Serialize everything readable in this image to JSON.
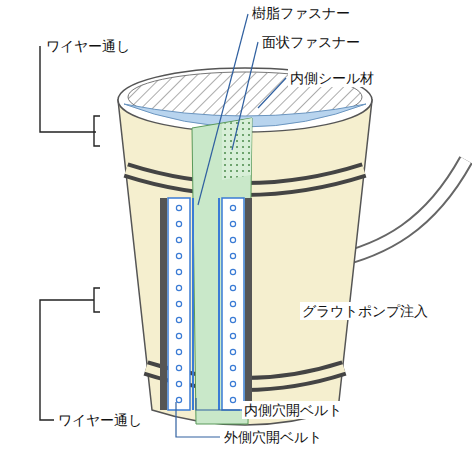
{
  "diagram": {
    "labels": [
      "ワイヤー通し",
      "樹脂ファスナー",
      "面状ファスナー",
      "内側シール材",
      "グラウトポンプ注入",
      "ワイヤー通し",
      "内側穴開ベルト",
      "外側穴開ベルト"
    ]
  }
}
